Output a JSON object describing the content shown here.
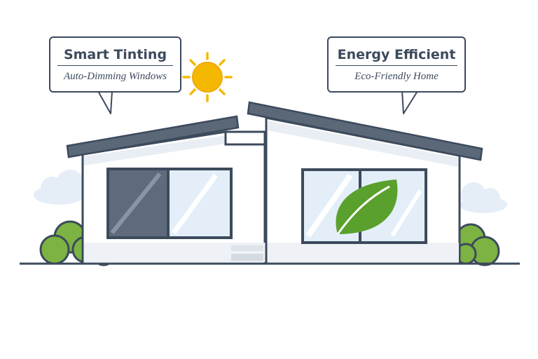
{
  "callouts": [
    {
      "title": "Smart Tinting",
      "subtitle": "Auto-Dimming Windows"
    },
    {
      "title": "Energy Efficient",
      "subtitle": "Eco-Friendly Home"
    }
  ],
  "icons": {
    "sun": "sun-icon",
    "leaf": "leaf-icon"
  },
  "colors": {
    "outline": "#3c4a5c",
    "roof": "#5b6878",
    "tinted_glass": "#5f6b7c",
    "clear_glass": "#e3eef9",
    "sun": "#f5b800",
    "leaf": "#5aa02c",
    "shrub": "#7cb342",
    "cloud": "#e5eef7"
  }
}
